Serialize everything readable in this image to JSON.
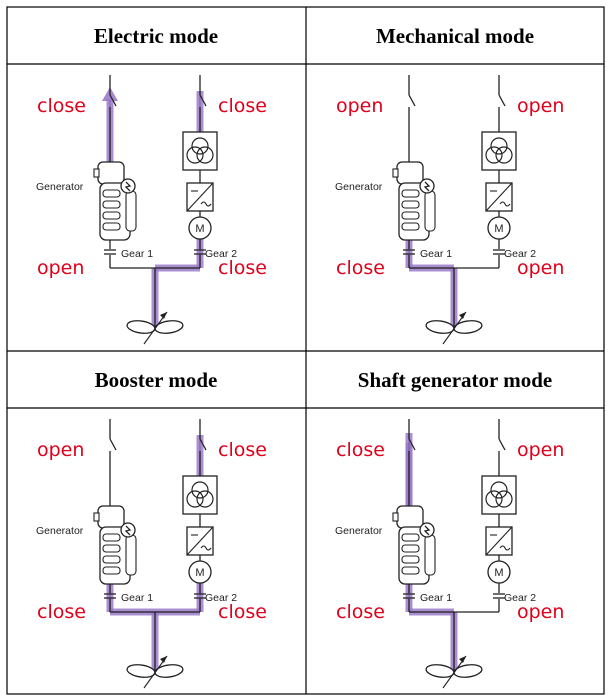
{
  "colors": {
    "state_text": "#e0001b",
    "power_flow": "#9b7bc8",
    "power_flow_core": "#6a3d9a",
    "line": "#222222",
    "border": "#000000"
  },
  "labels": {
    "generator": "Generator",
    "gear1": "Gear 1",
    "gear2": "Gear 2",
    "motor": "M"
  },
  "icons": [
    "engine-icon",
    "transformer-icon",
    "converter-icon",
    "motor-icon",
    "propeller-icon",
    "switch-icon",
    "clutch-icon"
  ],
  "panels": [
    {
      "title": "Electric mode",
      "states": {
        "top_left": "close",
        "top_right": "close",
        "bottom_left": "open",
        "bottom_right": "close"
      },
      "flow": {
        "left_top": true,
        "right_top": true,
        "left_low": false,
        "right_low": true,
        "left_bus": false,
        "right_bus": true,
        "shaft": true,
        "arrow_up_left": true
      }
    },
    {
      "title": "Mechanical mode",
      "states": {
        "top_left": "open",
        "top_right": "open",
        "bottom_left": "close",
        "bottom_right": "open"
      },
      "flow": {
        "left_top": false,
        "right_top": false,
        "left_low": true,
        "right_low": false,
        "left_bus": true,
        "right_bus": false,
        "shaft": true,
        "arrow_up_left": false
      }
    },
    {
      "title": "Booster mode",
      "states": {
        "top_left": "open",
        "top_right": "close",
        "bottom_left": "close",
        "bottom_right": "close"
      },
      "flow": {
        "left_top": false,
        "right_top": true,
        "left_low": true,
        "right_low": true,
        "left_bus": true,
        "right_bus": true,
        "shaft": true,
        "arrow_up_left": false
      }
    },
    {
      "title": "Shaft generator mode",
      "states": {
        "top_left": "close",
        "top_right": "open",
        "bottom_left": "close",
        "bottom_right": "open"
      },
      "flow": {
        "left_top": true,
        "right_top": false,
        "left_low": true,
        "right_low": false,
        "left_bus": true,
        "right_bus": false,
        "shaft": true,
        "arrow_up_left": false
      }
    }
  ]
}
